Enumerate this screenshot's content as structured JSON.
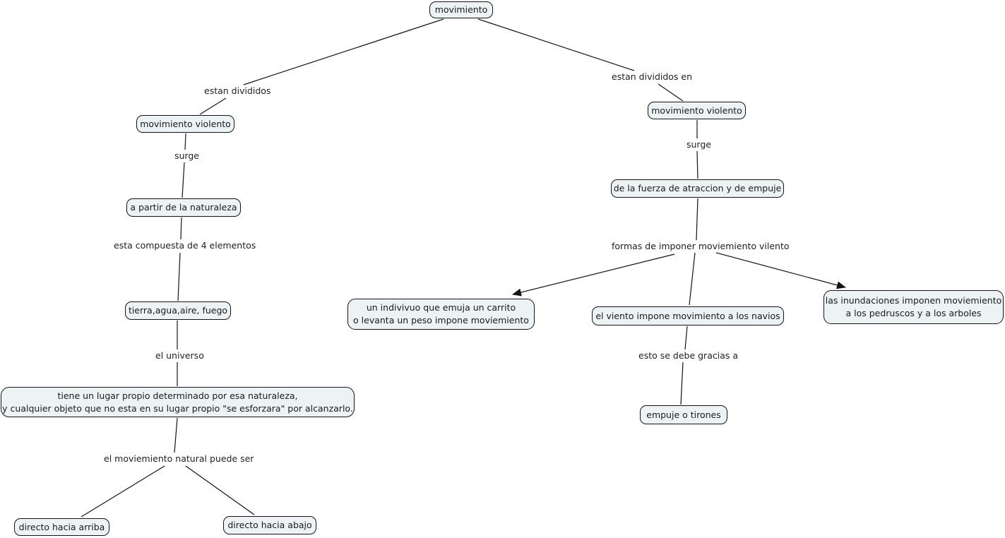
{
  "diagram": {
    "type": "concept-map",
    "root_concept": "movimiento",
    "colors": {
      "background": "#ffffff",
      "node_fill": "#edf3f5",
      "node_border": "#141414",
      "connector": "#141414",
      "text": "#1a1a1a"
    },
    "nodes": {
      "movimiento": {
        "label": "movimiento"
      },
      "movimiento_violento_left": {
        "label": "movimiento violento"
      },
      "a_partir_naturaleza": {
        "label": "a partir de la naturaleza"
      },
      "tierra_agua_aire_fuego": {
        "label": "tierra,agua,aire, fuego"
      },
      "lugar_propio": {
        "line1": "tiene un lugar propio determinado por esa naturaleza,",
        "line2": "y cualquier objeto que no esta en su lugar propio \"se esforzara\" por alcanzarlo."
      },
      "directo_hacia_arriba": {
        "label": "directo hacia arriba"
      },
      "directo_hacia_abajo": {
        "label": "directo hacia abajo"
      },
      "movimiento_violento_right": {
        "label": "movimiento violento"
      },
      "fuerza_atraccion_empuje": {
        "label": "de la fuerza de atraccion y de empuje"
      },
      "indivivuo_carrito": {
        "line1": "un indivivuo que emuja un carrito",
        "line2": "o levanta un peso impone moviemiento"
      },
      "viento_navios": {
        "label": "el viento impone movimiento a los navios"
      },
      "inundaciones": {
        "line1": "las inundaciones imponen moviemiento",
        "line2": "a los pedruscos y a los arboles"
      },
      "empuje_o_tirones": {
        "label": "empuje o tirones"
      }
    },
    "link_labels": {
      "estan_divididos": "estan divididos",
      "estan_divididos_en": "estan divididos en",
      "surge_left": "surge",
      "esta_compuesta": "esta compuesta de 4 elementos",
      "el_universo": "el universo",
      "moviemiento_natural": "el moviemiento natural puede ser",
      "surge_right": "surge",
      "formas_imponer": "formas de imponer moviemiento vilento",
      "esto_se_debe": "esto se debe gracias a"
    },
    "edges": [
      {
        "from": "movimiento",
        "label": "estan divididos",
        "to": "movimiento_violento_left"
      },
      {
        "from": "movimiento_violento_left",
        "label": "surge",
        "to": "a_partir_naturaleza"
      },
      {
        "from": "a_partir_naturaleza",
        "label": "esta compuesta de 4 elementos",
        "to": "tierra_agua_aire_fuego"
      },
      {
        "from": "tierra_agua_aire_fuego",
        "label": "el universo",
        "to": "lugar_propio"
      },
      {
        "from": "lugar_propio",
        "label": "el moviemiento natural puede ser",
        "to": "directo_hacia_arriba"
      },
      {
        "from": "lugar_propio",
        "label": "el moviemiento natural puede ser",
        "to": "directo_hacia_abajo"
      },
      {
        "from": "movimiento",
        "label": "estan divididos en",
        "to": "movimiento_violento_right"
      },
      {
        "from": "movimiento_violento_right",
        "label": "surge",
        "to": "fuerza_atraccion_empuje"
      },
      {
        "from": "fuerza_atraccion_empuje",
        "label": "formas de imponer moviemiento vilento",
        "to": "indivivuo_carrito",
        "arrow": true
      },
      {
        "from": "fuerza_atraccion_empuje",
        "label": "formas de imponer moviemiento vilento",
        "to": "viento_navios"
      },
      {
        "from": "fuerza_atraccion_empuje",
        "label": "formas de imponer moviemiento vilento",
        "to": "inundaciones",
        "arrow": true
      },
      {
        "from": "viento_navios",
        "label": "esto se debe gracias a",
        "to": "empuje_o_tirones"
      }
    ]
  }
}
